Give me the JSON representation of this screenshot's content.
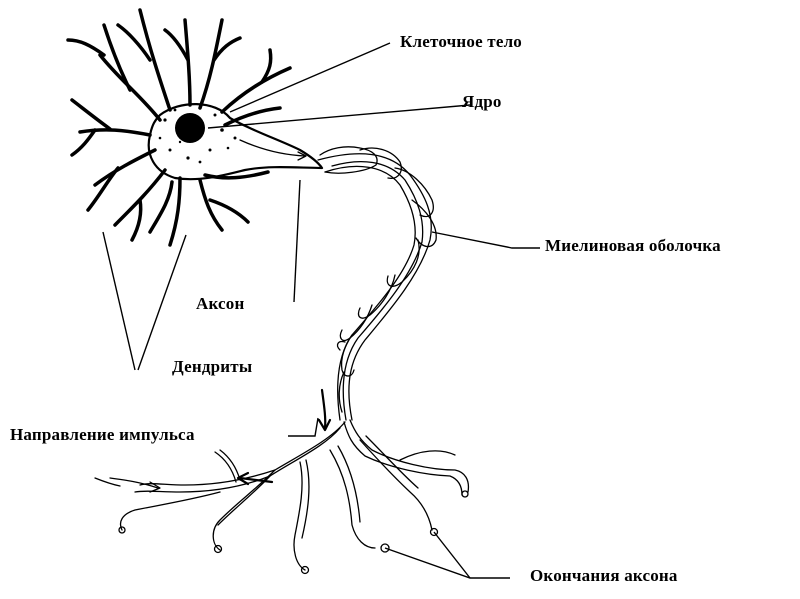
{
  "labels": {
    "cell_body": "Клеточное тело",
    "nucleus": "Ядро",
    "myelin_sheath": "Миелиновая оболочка",
    "axon": "Аксон",
    "dendrites": "Дендриты",
    "impulse_direction": "Направление импульса",
    "axon_terminals": "Окончания аксона"
  },
  "colors": {
    "ink": "#000000",
    "background": "#ffffff"
  }
}
